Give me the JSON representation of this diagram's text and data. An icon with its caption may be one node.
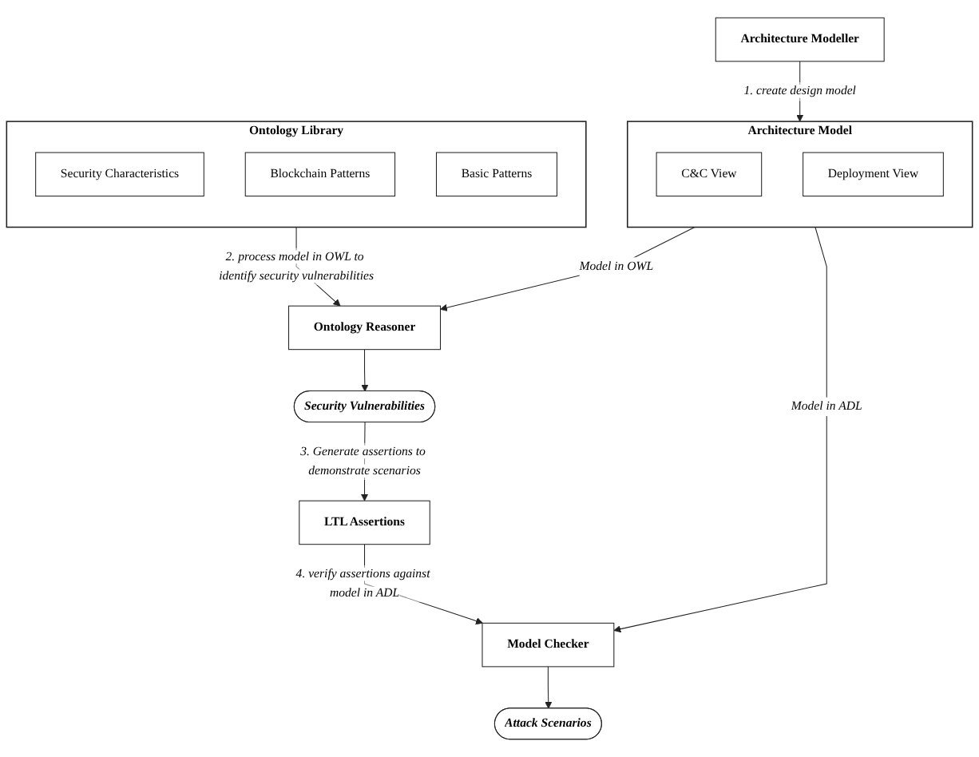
{
  "diagram": {
    "nodes": [
      {
        "text": [
          "Ontology Library"
        ]
      },
      {
        "text": [
          "Security Characteristics"
        ],
        "in": 0
      },
      {
        "text": [
          "Blockchain Patterns"
        ],
        "in": 0
      },
      {
        "text": [
          "Basic Patterns"
        ],
        "in": 0
      },
      {
        "text": [
          "Architecture Modeller"
        ]
      },
      {
        "text": [
          "Architecture Model"
        ]
      },
      {
        "text": [
          "C&C View"
        ],
        "in": 5
      },
      {
        "text": [
          "Deployment View"
        ],
        "in": 5
      },
      {
        "text": [
          "Ontology Reasoner"
        ]
      },
      {
        "text": [
          "Security Vulnerabilities"
        ]
      },
      {
        "text": [
          "LTL Assertions"
        ]
      },
      {
        "text": [
          "Model Checker"
        ]
      },
      {
        "text": [
          "Attack Scenarios"
        ]
      }
    ],
    "edges": [
      {
        "from": 0,
        "to": 8,
        "arrow": "to",
        "label": "2. process model in OWL to identify security vulnerabilities"
      },
      {
        "from": 4,
        "to": 5,
        "arrow": "to",
        "label": "1. create design model"
      },
      {
        "from": 5,
        "to": 8,
        "arrow": "to",
        "label": "Model in OWL"
      },
      {
        "from": 8,
        "to": 9,
        "arrow": "to"
      },
      {
        "from": 9,
        "to": 10,
        "arrow": "to",
        "label": "3. Generate assertions to demonstrate scenarios"
      },
      {
        "from": 5,
        "to": 11,
        "arrow": "to",
        "label": "Model in ADL"
      },
      {
        "from": 10,
        "to": 11,
        "arrow": "to",
        "label": "4. verify assertions against model in ADL"
      },
      {
        "from": 11,
        "to": 12,
        "arrow": "to"
      }
    ]
  }
}
